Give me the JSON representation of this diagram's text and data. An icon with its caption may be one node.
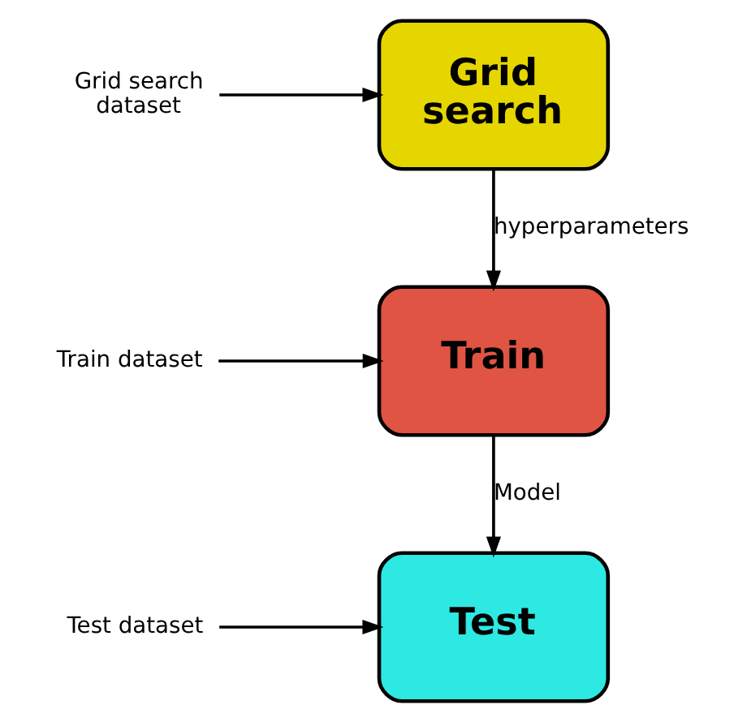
{
  "diagram": {
    "nodes": [
      {
        "text": [
          "Grid search"
        ]
      },
      {
        "text": [
          "Train"
        ]
      },
      {
        "text": [
          "Test"
        ]
      },
      {
        "text": [
          "Grid search dataset"
        ]
      },
      {
        "text": [
          "Train dataset"
        ]
      },
      {
        "text": [
          "Test dataset"
        ]
      }
    ],
    "edges": [
      {
        "from": 3,
        "to": 0,
        "arrow": "to"
      },
      {
        "from": 0,
        "to": 1,
        "arrow": "to",
        "label": "hyperparameters"
      },
      {
        "from": 4,
        "to": 1,
        "arrow": "to"
      },
      {
        "from": 1,
        "to": 2,
        "arrow": "to",
        "label": "Model"
      },
      {
        "from": 5,
        "to": 2,
        "arrow": "to"
      }
    ]
  }
}
